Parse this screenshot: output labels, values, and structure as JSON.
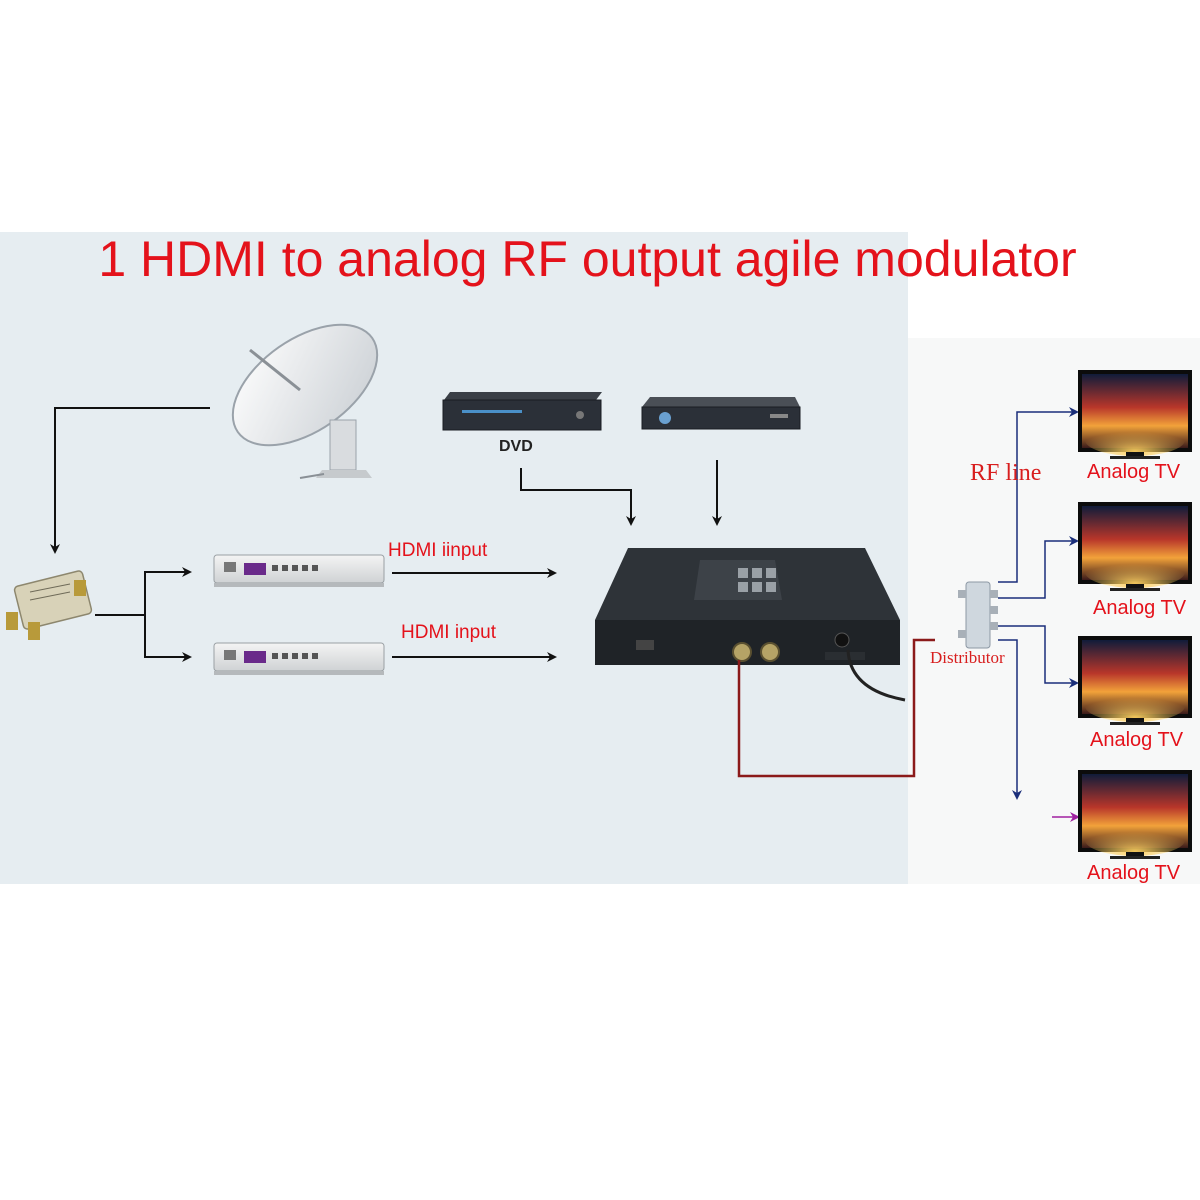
{
  "title": "1 HDMI to analog RF output agile modulator",
  "labels": {
    "dvd": "DVD",
    "hdmi_input_1": "HDMI iinput",
    "hdmi_input_2": "HDMI input",
    "rf_line": "RF line",
    "distributor": "Distributor"
  },
  "tvs": [
    "Analog TV",
    "Analog TV",
    "Analog TV",
    "Analog TV"
  ],
  "colors": {
    "title": "#e4121b",
    "rf_cable": "#8b1a1a",
    "distribution_lines": "#1a2e7a",
    "background_panel": "#e6edf1"
  },
  "devices": [
    "satellite-dish",
    "splitter",
    "satellite-receiver",
    "dvd-player",
    "media-player",
    "hdmi-modulator",
    "rf-distributor",
    "analog-tv"
  ]
}
